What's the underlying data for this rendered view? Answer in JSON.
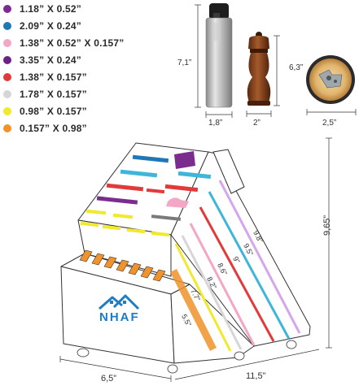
{
  "legend": [
    {
      "color": "#7b2d8e",
      "text": "1.18” X 0.52”"
    },
    {
      "color": "#1f77b4",
      "text": "2.09” X 0.24”"
    },
    {
      "color": "#f4a6c5",
      "text": "1.38” X 0.52” X 0.157”"
    },
    {
      "color": "#6a2289",
      "text": "3.35” X 0.24”"
    },
    {
      "color": "#e23a3a",
      "text": "1.38” X 0.157”"
    },
    {
      "color": "#d6d6d6",
      "text": "1.78” X 0.157”"
    },
    {
      "color": "#f0e92c",
      "text": "0.98” X 0.157”"
    },
    {
      "color": "#f0932b",
      "text": "0.157” X 0.98”"
    }
  ],
  "accessories": {
    "oil_sprayer_height": "7,1”",
    "oil_sprayer_width": "1,8”",
    "pepper_mill_height": "6,3”",
    "pepper_mill_width": "2”",
    "bottle_opener_width": "2,5”"
  },
  "block": {
    "brand": "NHAF",
    "height": "9,65”",
    "depth": "6,5”",
    "length": "11,5”",
    "slot_lengths": {
      "orange": "5.5”",
      "yellow": "7.7”",
      "grey": "8.2”",
      "pink": "8.6”",
      "red": "9”",
      "blue": "9.5”",
      "purple": "9.8”"
    }
  }
}
